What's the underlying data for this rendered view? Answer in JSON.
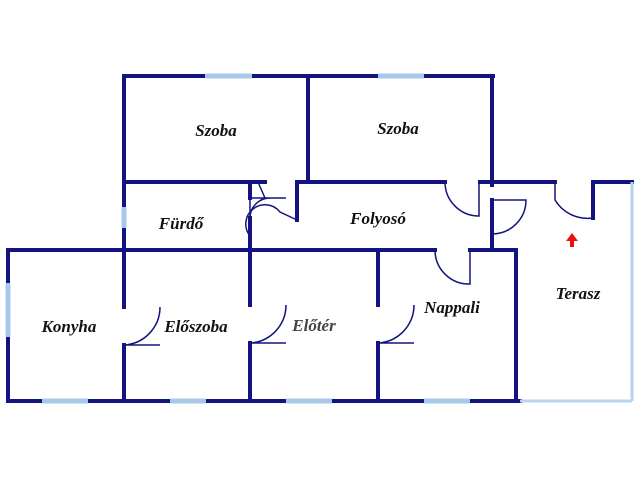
{
  "plan": {
    "rooms": {
      "szoba_left": "Szoba",
      "szoba_right": "Szoba",
      "furdo": "Fürdő",
      "folyoso": "Folyosó",
      "terasz": "Terasz",
      "konyha": "Konyha",
      "eloszoba": "Előszoba",
      "eloter": "Előtér",
      "nappali": "Nappali"
    },
    "entrance_marker": "entrance-arrow-icon"
  },
  "colors": {
    "wall": "#12137e",
    "window": "#a8c8e8",
    "terrace_border": "#b9d3ee",
    "marker": "#e8110c"
  }
}
